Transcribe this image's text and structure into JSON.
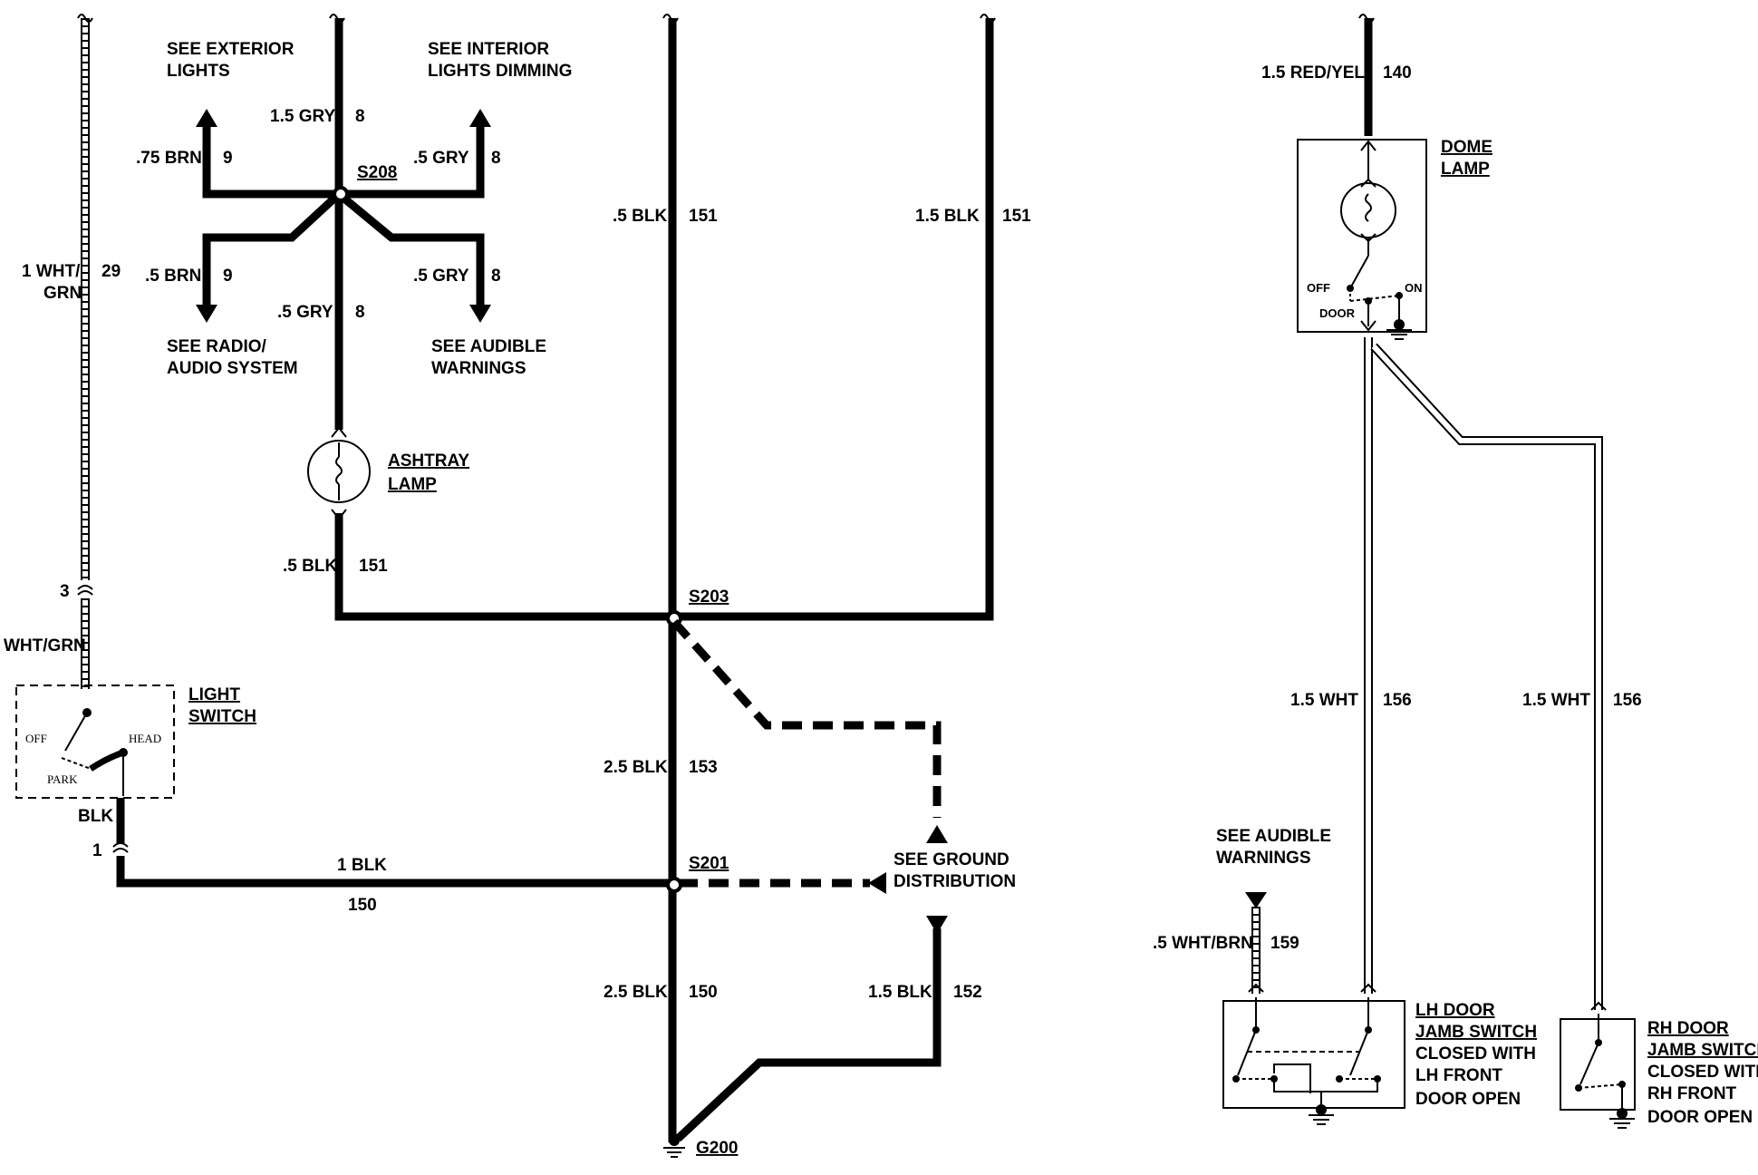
{
  "labels": {
    "see_exterior_1": "SEE EXTERIOR",
    "see_exterior_2": "LIGHTS",
    "see_interior_1": "SEE INTERIOR",
    "see_interior_2": "LIGHTS DIMMING",
    "see_radio_1": "SEE RADIO/",
    "see_radio_2": "AUDIO SYSTEM",
    "see_audible_1": "SEE AUDIBLE",
    "see_audible_2": "WARNINGS",
    "see_ground_1": "SEE GROUND",
    "see_ground_2": "DISTRIBUTION",
    "see_audible_r1": "SEE AUDIBLE",
    "see_audible_r2": "WARNINGS"
  },
  "splices": {
    "s208": "S208",
    "s203": "S203",
    "s201": "S201",
    "g200": "G200"
  },
  "wires": {
    "gry_top": "1.5 GRY",
    "gry_top_n": "8",
    "brn_upper": ".75 BRN",
    "brn_upper_n": "9",
    "gry_upper_r": ".5 GRY",
    "gry_upper_r_n": "8",
    "brn_lower": ".5 BRN",
    "brn_lower_n": "9",
    "gry_lower_r": ".5 GRY",
    "gry_lower_r_n": "8",
    "gry_mid": ".5 GRY",
    "gry_mid_n": "8",
    "blk_ashtray": ".5 BLK",
    "blk_ashtray_n": "151",
    "blk_center": ".5 BLK",
    "blk_center_n": "151",
    "blk_right": "1.5 BLK",
    "blk_right_n": "151",
    "wht_grn_1": "1 WHT/",
    "wht_grn_2": "GRN",
    "wht_grn_n": "29",
    "wht_grn_conn": "3",
    "wht_grn_switch": "WHT/GRN",
    "blk_switch": "BLK",
    "blk_conn": "1",
    "blk_150_a": "1 BLK",
    "blk_150_a_n": "150",
    "blk_153": "2.5 BLK",
    "blk_153_n": "153",
    "blk_150_b": "2.5 BLK",
    "blk_150_b_n": "150",
    "blk_152": "1.5 BLK",
    "blk_152_n": "152",
    "red_yel": "1.5 RED/YEL",
    "red_yel_n": "140",
    "wht_lh": "1.5 WHT",
    "wht_lh_n": "156",
    "wht_rh": "1.5 WHT",
    "wht_rh_n": "156",
    "wht_brn": ".5 WHT/BRN",
    "wht_brn_n": "159"
  },
  "components": {
    "ashtray_1": "ASHTRAY",
    "ashtray_2": "LAMP",
    "light_switch_1": "LIGHT",
    "light_switch_2": "SWITCH",
    "switch_off": "OFF",
    "switch_head": "HEAD",
    "switch_park": "PARK",
    "dome_1": "DOME",
    "dome_2": "LAMP",
    "dome_off": "OFF",
    "dome_on": "ON",
    "dome_door": "DOOR",
    "lh_1": "LH DOOR",
    "lh_2": "JAMB SWITCH",
    "lh_3": "CLOSED WITH",
    "lh_4": "LH FRONT",
    "lh_5": "DOOR OPEN",
    "rh_1": "RH DOOR",
    "rh_2": "JAMB SWITCH",
    "rh_3": "CLOSED WITH",
    "rh_4": "RH FRONT",
    "rh_5": "DOOR OPEN"
  }
}
